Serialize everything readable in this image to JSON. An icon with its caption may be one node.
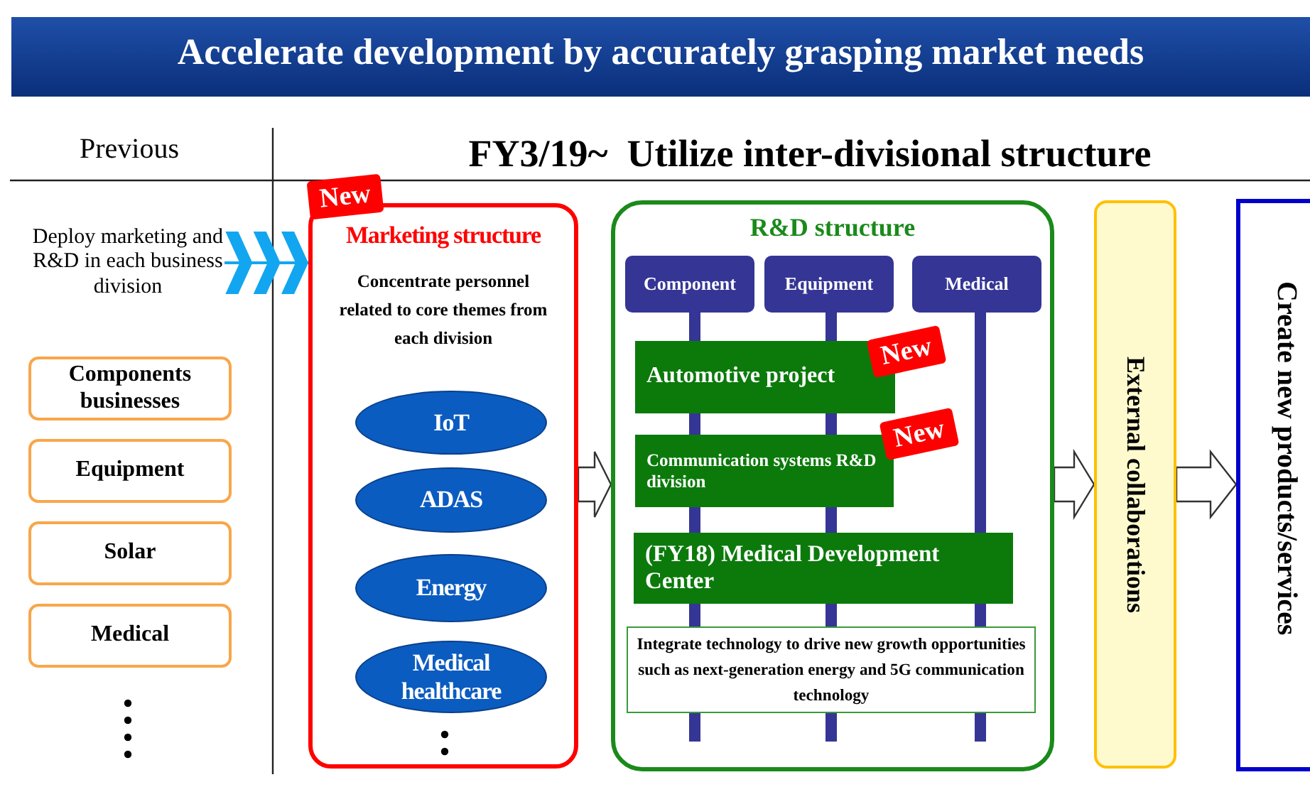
{
  "diagram": {
    "title": "Accelerate development by accurately grasping market needs",
    "nodes": [
      {
        "text": [
          "Deploy marketing and R&D in each business division"
        ]
      },
      {
        "text": [
          "Components businesses"
        ]
      },
      {
        "text": [
          "Equipment"
        ]
      },
      {
        "text": [
          "Solar"
        ]
      },
      {
        "text": [
          "Medical"
        ]
      },
      {
        "text": [
          "Marketing structure",
          "Concentrate personnel related to core themes from each division"
        ],
        "beside": [
          "New"
        ]
      },
      {
        "text": [
          "IoT"
        ],
        "in": 5
      },
      {
        "text": [
          "ADAS"
        ],
        "in": 5
      },
      {
        "text": [
          "Energy"
        ],
        "in": 5
      },
      {
        "text": [
          "Medical healthcare"
        ],
        "in": 5
      },
      {
        "text": [
          "R&D structure"
        ]
      },
      {
        "text": [
          "Component"
        ],
        "in": 10
      },
      {
        "text": [
          "Equipment"
        ],
        "in": 10
      },
      {
        "text": [
          "Medical"
        ],
        "in": 10
      },
      {
        "text": [
          "Automotive project"
        ],
        "in": 10,
        "beside": [
          "New"
        ]
      },
      {
        "text": [
          "Communication systems R&D division"
        ],
        "in": 10,
        "beside": [
          "New"
        ]
      },
      {
        "text": [
          "(FY18) Medical Development Center"
        ],
        "in": 10
      },
      {
        "text": [
          "Integrate technology to drive new growth opportunities such as next-generation energy and 5G communication technology"
        ],
        "in": 10
      },
      {
        "text": [
          "External collaborations"
        ]
      },
      {
        "text": [
          "Create new products/services"
        ]
      }
    ],
    "edges": [
      {
        "from": 0,
        "to": 5,
        "arrow": "to"
      },
      {
        "from": 5,
        "to": 10,
        "arrow": "to"
      },
      {
        "from": 10,
        "to": 18,
        "arrow": "to"
      },
      {
        "from": 18,
        "to": 19,
        "arrow": "to"
      }
    ],
    "labels": [
      "Previous",
      "FY3/19~  Utilize inter-divisional structure"
    ]
  }
}
